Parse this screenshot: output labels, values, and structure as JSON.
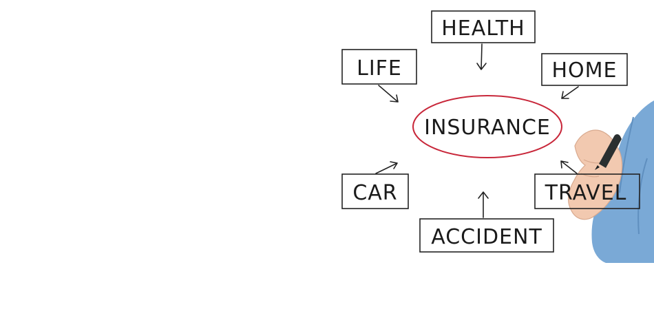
{
  "diagram": {
    "center_label": "INSURANCE",
    "center_color": "#c8273a",
    "ink_color": "#222222",
    "nodes": {
      "health": "HEALTH",
      "life": "LIFE",
      "home": "HOME",
      "car": "CAR",
      "travel": "TRAVEL",
      "accident": "ACCIDENT"
    }
  },
  "illustration": {
    "hand_with_marker": "hand-with-marker",
    "sleeve_color": "#7aa9d6",
    "skin_color": "#f2c9b0",
    "marker_color": "#2a2f30"
  }
}
